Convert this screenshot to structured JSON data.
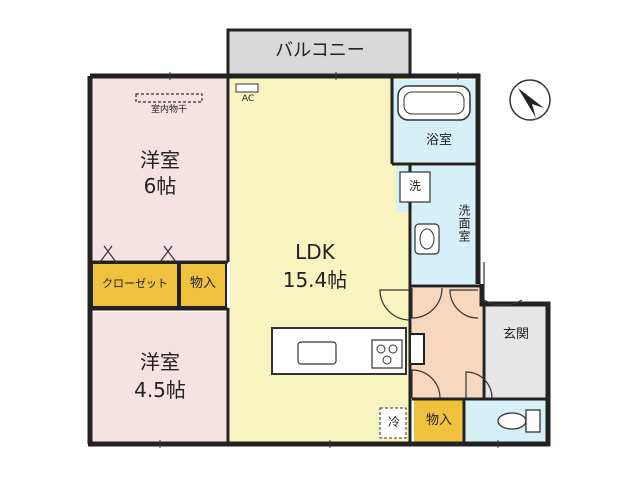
{
  "balcony": "バルコニー",
  "indoor_dry": "室内物干",
  "ac": "AC",
  "western_room_1": {
    "name": "洋室",
    "size": "6帖"
  },
  "western_room_2": {
    "name": "洋室",
    "size": "4.5帖"
  },
  "ldk": {
    "name": "LDK",
    "size": "15.4帖"
  },
  "closet": "クローゼット",
  "storage_1": "物入",
  "storage_2": "物入",
  "bathroom": "浴室",
  "washer": "洗",
  "washroom": "洗面室",
  "entrance": "玄関",
  "fridge": "冷",
  "colors": {
    "western_room": "#f6e1e3",
    "ldk": "#f7f4bf",
    "wet_area": "#d7eff6",
    "hallway": "#f7d8bf",
    "storage": "#efc13d",
    "balcony": "#d9d9d9",
    "wall": "#222222"
  }
}
